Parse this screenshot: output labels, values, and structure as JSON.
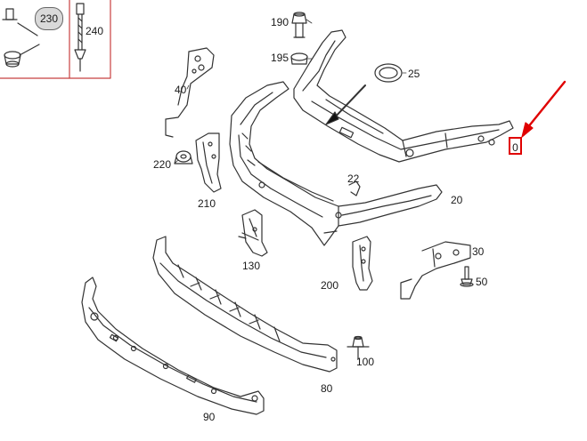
{
  "diagram": {
    "callouts": {
      "c230": "230",
      "c240": "240",
      "c190": "190",
      "c195": "195",
      "c25": "25",
      "c40": "40",
      "c220": "220",
      "c210": "210",
      "c22": "22",
      "c20": "20",
      "c130": "130",
      "c30": "30",
      "c50": "50",
      "c200": "200",
      "c100": "100",
      "c80": "80",
      "c90": "90",
      "c0": "0"
    },
    "highlight_color": "#e00000",
    "line_color": "#333333"
  }
}
